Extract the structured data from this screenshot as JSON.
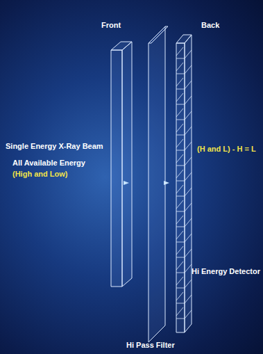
{
  "diagram": {
    "labels": [
      "Front",
      "Back",
      "Single Energy X-Ray Beam",
      "All Available Energy",
      "(High and Low)",
      "(H and L) - H = L",
      "Hi Energy Detector",
      "Hi Pass Filter"
    ]
  }
}
